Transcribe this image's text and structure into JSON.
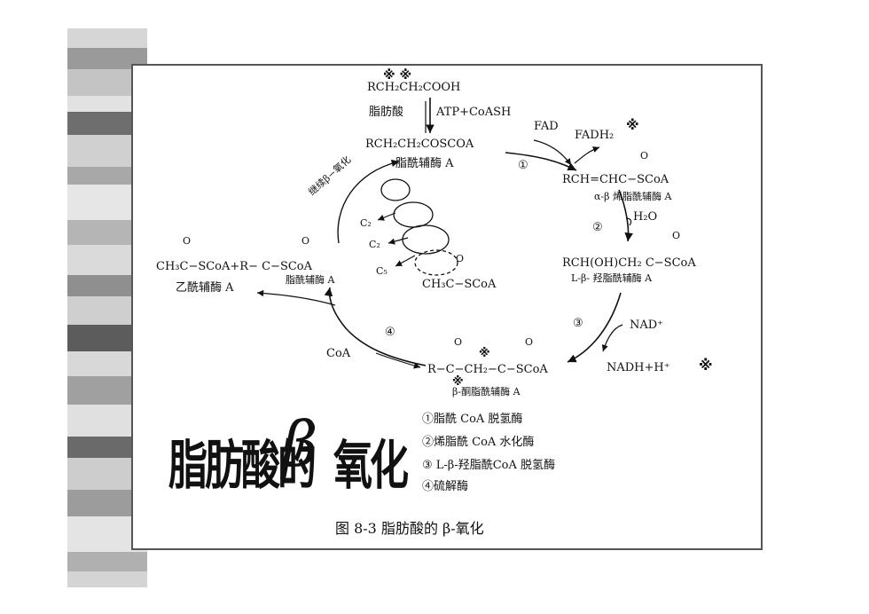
{
  "top_acid": "RCH₂CH₂COOH",
  "top_stars": "※ ※",
  "fatty_acid_label": "脂肪酸",
  "activation": "ATP+CoASH",
  "acyl_coa_formula": "RCH₂CH₂COSCOA",
  "acyl_coa_name": "脂酰辅酶 A",
  "fad": "FAD",
  "fadh2": "FADH₂",
  "fadh2_star": "※",
  "step1": "①",
  "enoyl_o": "O",
  "enoyl_formula": "RCH=CHC−SCoA",
  "enoyl_name": "α-β 烯脂酰辅酶 A",
  "step2": "②",
  "water": "H₂O",
  "hydroxy_o": "O",
  "hydroxy_formula": "RCH(OH)CH₂ C−SCoA",
  "hydroxy_name": "L-β- 羟脂酰辅酶 A",
  "step3": "③",
  "nad": "NAD⁺",
  "nadh": "NADH+H⁺",
  "nadh_star": "※",
  "keto_o1": "O",
  "keto_o2": "O",
  "keto_star_top": "※",
  "keto_formula": "R−C−CH₂−C−SCoA",
  "keto_star_bottom": "※",
  "keto_name": "β-酮脂酰辅酶 A",
  "step4": "④",
  "coa": "CoA",
  "product_o1": "O",
  "product_o2": "O",
  "product_formula": "CH₃C−SCoA+R− C−SCoA",
  "acetyl_name": "乙酰辅酶 A",
  "shortened_name": "脂酰辅酶 A",
  "spiral_label": "继续β−氧化",
  "c2_a": "C₂",
  "c2_b": "C₂",
  "c5": "C₅",
  "spiral_o": "O",
  "spiral_formula": "CH₃C−SCoA",
  "big_title_a": "脂肪酸的",
  "big_title_beta": "β",
  "big_title_b": "氧化",
  "legend": [
    "①脂酰 CoA 脱氢酶",
    "②烯脂酰 CoA 水化酶",
    "③ L-β-羟脂酰CoA 脱氢酶",
    "④硫解酶"
  ],
  "caption": "图  8-3   脂肪酸的 β-氧化"
}
